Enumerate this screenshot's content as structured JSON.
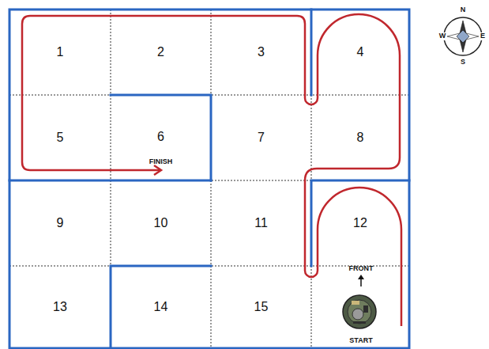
{
  "diagram": {
    "nodes": [
      {
        "text": [
          "1"
        ]
      },
      {
        "text": [
          "2"
        ]
      },
      {
        "text": [
          "3"
        ]
      },
      {
        "text": [
          "4"
        ]
      },
      {
        "text": [
          "5"
        ]
      },
      {
        "text": [
          "6",
          "FINISH"
        ]
      },
      {
        "text": [
          "7"
        ]
      },
      {
        "text": [
          "8"
        ]
      },
      {
        "text": [
          "9"
        ]
      },
      {
        "text": [
          "10"
        ]
      },
      {
        "text": [
          "11"
        ]
      },
      {
        "text": [
          "12"
        ]
      },
      {
        "text": [
          "13"
        ]
      },
      {
        "text": [
          "14"
        ]
      },
      {
        "text": [
          "15"
        ]
      }
    ],
    "labels": [
      "FRONT",
      "START",
      "N",
      "E",
      "S",
      "W"
    ]
  }
}
